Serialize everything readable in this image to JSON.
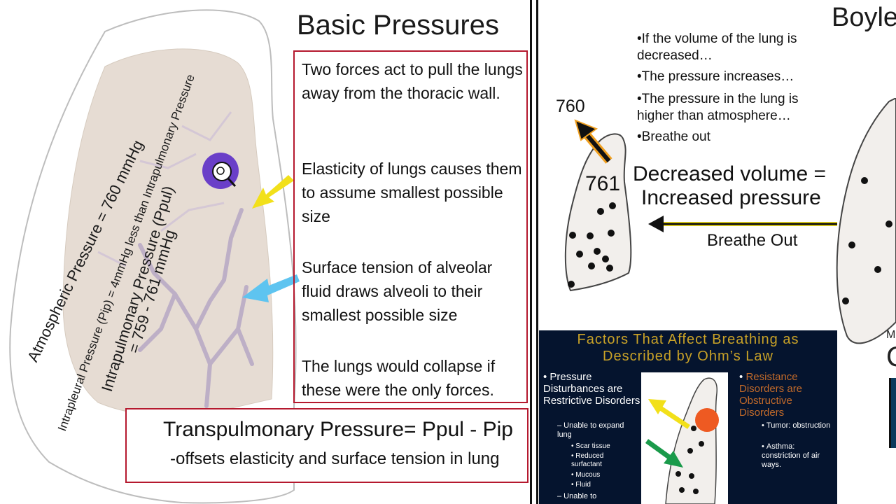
{
  "left": {
    "title": "Basic Pressures",
    "paragraphs": [
      "Two forces act to pull the lungs away from the thoracic wall.",
      "Elasticity of lungs causes them to assume smallest possible size",
      "Surface tension of alveolar fluid draws alveoli to their smallest possible size",
      "The lungs would collapse if these were the only forces."
    ],
    "transpulmonary": {
      "formula": "Transpulmonary Pressure= Ppul - Pip",
      "note": "-offsets elasticity and surface tension in lung"
    },
    "rotated_labels": {
      "atmospheric": "Atmospheric Pressure = 760 mmHg",
      "intrapleural": "Intrapleural Pressure (Pip) = 4mmHg less than Intrapulmonary Pressure",
      "intrapulmonary_1": "Intrapulmonary Pressure (Ppul)",
      "intrapulmonary_2": "= 759 - 761 mmHg"
    }
  },
  "right": {
    "title": "Boyle",
    "bullets": [
      "If the volume of the lung is decreased…",
      "The pressure increases…",
      "The pressure in the lung is higher than atmosphere…",
      "Breathe out"
    ],
    "label_760": "760",
    "label_761": "761",
    "statement_line1": "Decreased volume =",
    "statement_line2": "Increased pressure",
    "breathe_out": "Breathe Out",
    "edge_text_1": "M",
    "edge_text_2": "C"
  },
  "ohm": {
    "title_line1": "Factors That Affect Breathing as",
    "title_line2": "Described by Ohm’s Law",
    "left_heading": "Pressure Disturbances are Restrictive Disorders",
    "left_sub1": "– Unable to expand lung",
    "left_items": [
      "Scar tissue",
      "Reduced surfactant",
      "Mucous",
      "Fluid"
    ],
    "left_sub2": "– Unable to",
    "right_heading": "Resistance Disorders are Obstructive Disorders",
    "right_items": [
      "Tumor: obstruction",
      "Asthma: constriction of air ways."
    ]
  },
  "colors": {
    "border_red": "#b5192e",
    "lung_fill": "#e6dcd3",
    "yellow_arrow": "#f2e01a",
    "blue_arrow": "#5ec4f0",
    "ohm_bg": "#05142e",
    "ohm_title": "#c9a227",
    "ohm_orange": "#c26a2a",
    "magnifier": "#6a3fc8"
  },
  "icons": {
    "cursor": "magnifier-cursor-icon"
  }
}
